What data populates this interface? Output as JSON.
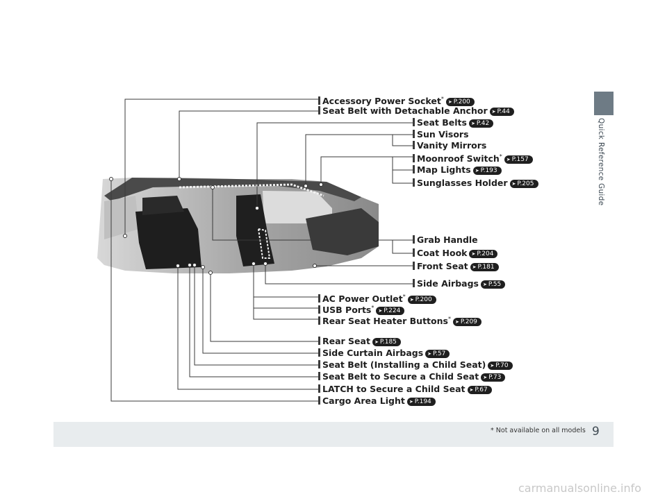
{
  "sidebar_title": "Quick Reference Guide",
  "page_number": "9",
  "footnote": "* Not available on all models",
  "watermark": "carmanualsonline.info",
  "labels": [
    {
      "text": "Accessory Power Socket",
      "star": "*",
      "ref": "P.200"
    },
    {
      "text": "Seat Belt with Detachable Anchor",
      "star": "",
      "ref": "P.44"
    },
    {
      "text": "Seat Belts",
      "star": "",
      "ref": "P.42"
    },
    {
      "text": "Sun Visors",
      "star": "",
      "ref": ""
    },
    {
      "text": "Vanity Mirrors",
      "star": "",
      "ref": ""
    },
    {
      "text": "Moonroof Switch",
      "star": "*",
      "ref": "P.157"
    },
    {
      "text": "Map Lights",
      "star": "",
      "ref": "P.193"
    },
    {
      "text": "Sunglasses Holder",
      "star": "",
      "ref": "P.205"
    },
    {
      "text": "Grab Handle",
      "star": "",
      "ref": ""
    },
    {
      "text": "Coat Hook",
      "star": "",
      "ref": "P.204"
    },
    {
      "text": "Front Seat",
      "star": "",
      "ref": "P.181"
    },
    {
      "text": "Side Airbags",
      "star": "",
      "ref": "P.55"
    },
    {
      "text": "AC Power Outlet",
      "star": "*",
      "ref": "P.200"
    },
    {
      "text": "USB Ports",
      "star": "*",
      "ref": "P.224"
    },
    {
      "text": "Rear Seat Heater Buttons",
      "star": "*",
      "ref": "P.209"
    },
    {
      "text": "Rear Seat",
      "star": "",
      "ref": "P.185"
    },
    {
      "text": "Side Curtain Airbags",
      "star": "",
      "ref": "P.57"
    },
    {
      "text": "Seat Belt (Installing a Child Seat)",
      "star": "",
      "ref": "P.70"
    },
    {
      "text": "Seat Belt to Secure a Child Seat",
      "star": "",
      "ref": "P.73"
    },
    {
      "text": "LATCH to Secure a Child Seat",
      "star": "",
      "ref": "P.67"
    },
    {
      "text": "Cargo Area Light",
      "star": "",
      "ref": "P.194"
    }
  ],
  "colors": {
    "sidebar_tab": "#6e7b85",
    "footer_band": "#e8ecee",
    "ref_badge": "#1f1f1f"
  }
}
